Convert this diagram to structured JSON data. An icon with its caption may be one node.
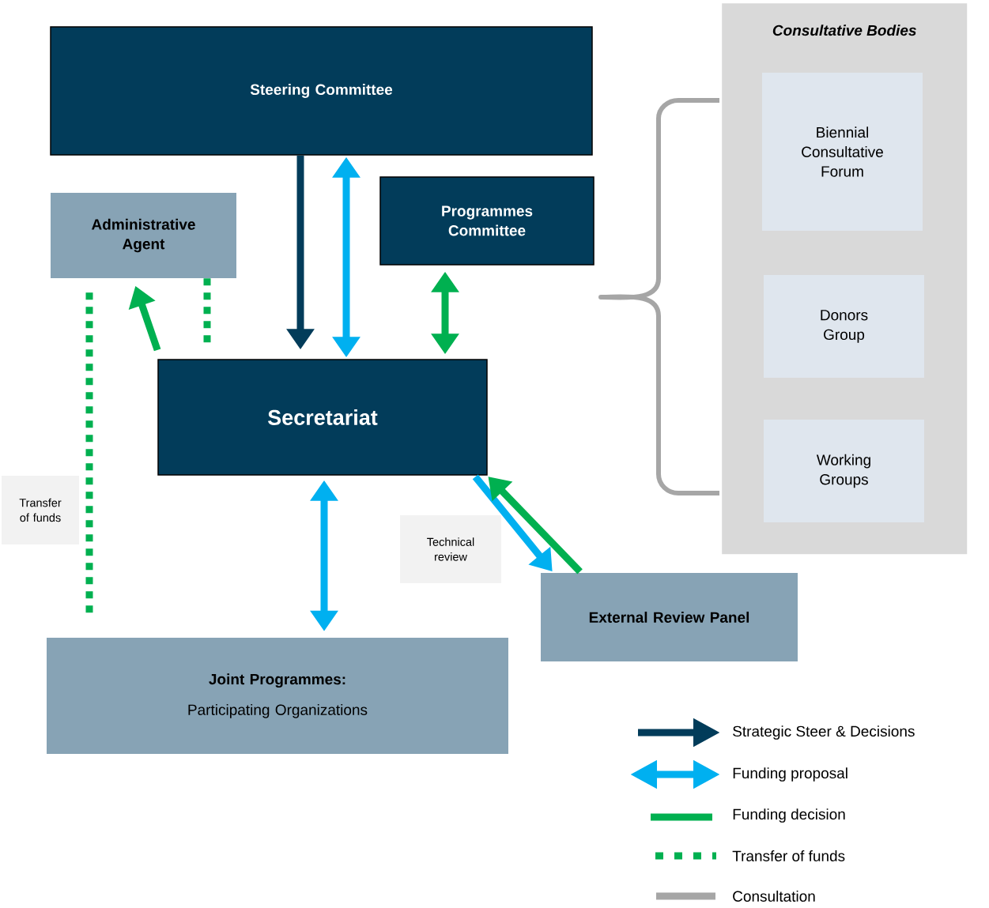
{
  "diagram": {
    "nodes": [
      {
        "text": [
          "Steering Committee"
        ]
      },
      {
        "text": [
          "Administrative Agent"
        ]
      },
      {
        "text": [
          "Programmes Committee"
        ]
      },
      {
        "text": [
          "Secretariat"
        ]
      },
      {
        "text": [
          "Consultative Bodies"
        ]
      },
      {
        "text": [
          "Biennial Consultative Forum"
        ],
        "in": 4
      },
      {
        "text": [
          "Donors Group"
        ],
        "in": 4
      },
      {
        "text": [
          "Working Groups"
        ],
        "in": 4
      },
      {
        "text": [
          "Transfer of funds"
        ]
      },
      {
        "text": [
          "Technical review"
        ]
      },
      {
        "text": [
          "External Review Panel"
        ]
      },
      {
        "text": [
          "Joint Programmes:",
          "Participating Organizations"
        ]
      }
    ],
    "edges": [
      {
        "from": 0,
        "to": 3,
        "arrow": "to",
        "color": "#023c5a"
      },
      {
        "from": 0,
        "to": 3,
        "arrow": "both",
        "color": "#00b0f0"
      },
      {
        "from": 2,
        "to": 3,
        "arrow": "both"
      },
      {
        "from": 3,
        "to": 1,
        "arrow": "to"
      },
      {
        "from": 1,
        "to": 3,
        "arrow": "none",
        "style": "dashed"
      },
      {
        "from": 1,
        "to": 11,
        "arrow": "none",
        "style": "dashed"
      },
      {
        "from": 3,
        "to": 11,
        "arrow": "both",
        "color": "#00b0f0"
      },
      {
        "from": 3,
        "to": 10,
        "arrow": "to",
        "color": "#00b0f0"
      },
      {
        "from": 10,
        "to": 3,
        "arrow": "to"
      }
    ],
    "legend": [
      {
        "text": "Strategic Steer & Decisions"
      },
      {
        "text": "Funding proposal"
      },
      {
        "text": "Funding decision"
      },
      {
        "text": "Transfer of funds"
      },
      {
        "text": "Consultation"
      }
    ]
  }
}
